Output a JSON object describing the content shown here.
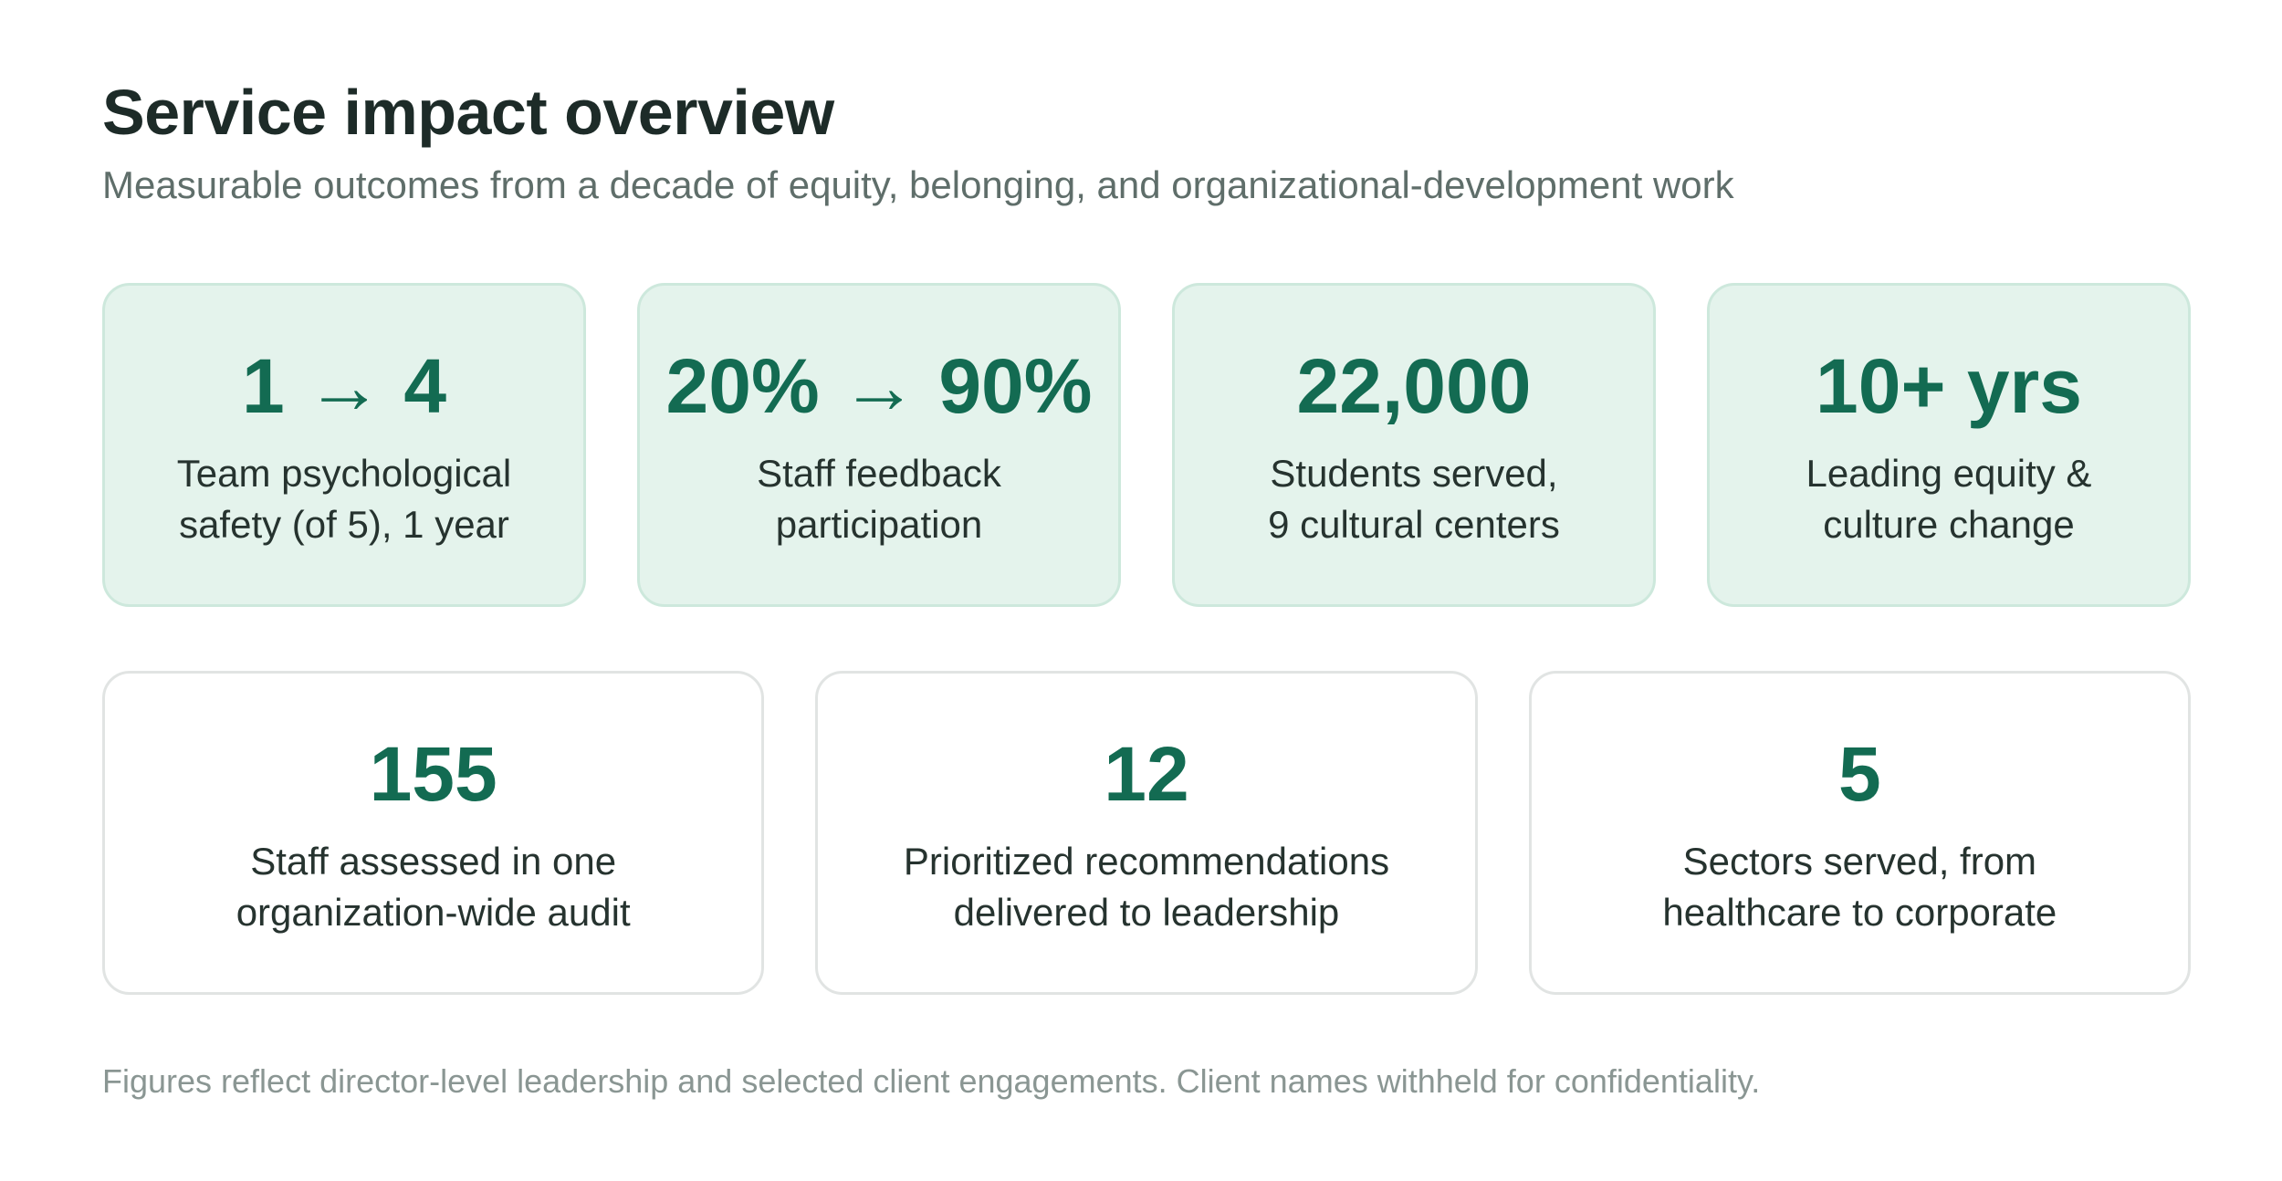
{
  "header": {
    "title": "Service impact overview",
    "subtitle": "Measurable outcomes from a decade of equity, belonging, and organizational-development work"
  },
  "top_cards": [
    {
      "value": "1 → 4",
      "label_line1": "Team psychological",
      "label_line2": "safety (of 5), 1 year"
    },
    {
      "value": "20% → 90%",
      "label_line1": "Staff feedback",
      "label_line2": "participation"
    },
    {
      "value": "22,000",
      "label_line1": "Students served,",
      "label_line2": "9 cultural centers"
    },
    {
      "value": "10+ yrs",
      "label_line1": "Leading equity &",
      "label_line2": "culture change"
    }
  ],
  "bottom_cards": [
    {
      "value": "155",
      "label_line1": "Staff assessed in one",
      "label_line2": "organization-wide audit"
    },
    {
      "value": "12",
      "label_line1": "Prioritized recommendations",
      "label_line2": "delivered to leadership"
    },
    {
      "value": "5",
      "label_line1": "Sectors served, from",
      "label_line2": "healthcare to corporate"
    }
  ],
  "footnote": "Figures reflect director-level leadership and selected client engagements. Client names withheld for confidentiality.",
  "colors": {
    "accent_value": "#136b52",
    "accent_card_bg": "#e4f3ec",
    "accent_card_border": "#cde8dc",
    "plain_card_border": "#e1e4e3"
  }
}
